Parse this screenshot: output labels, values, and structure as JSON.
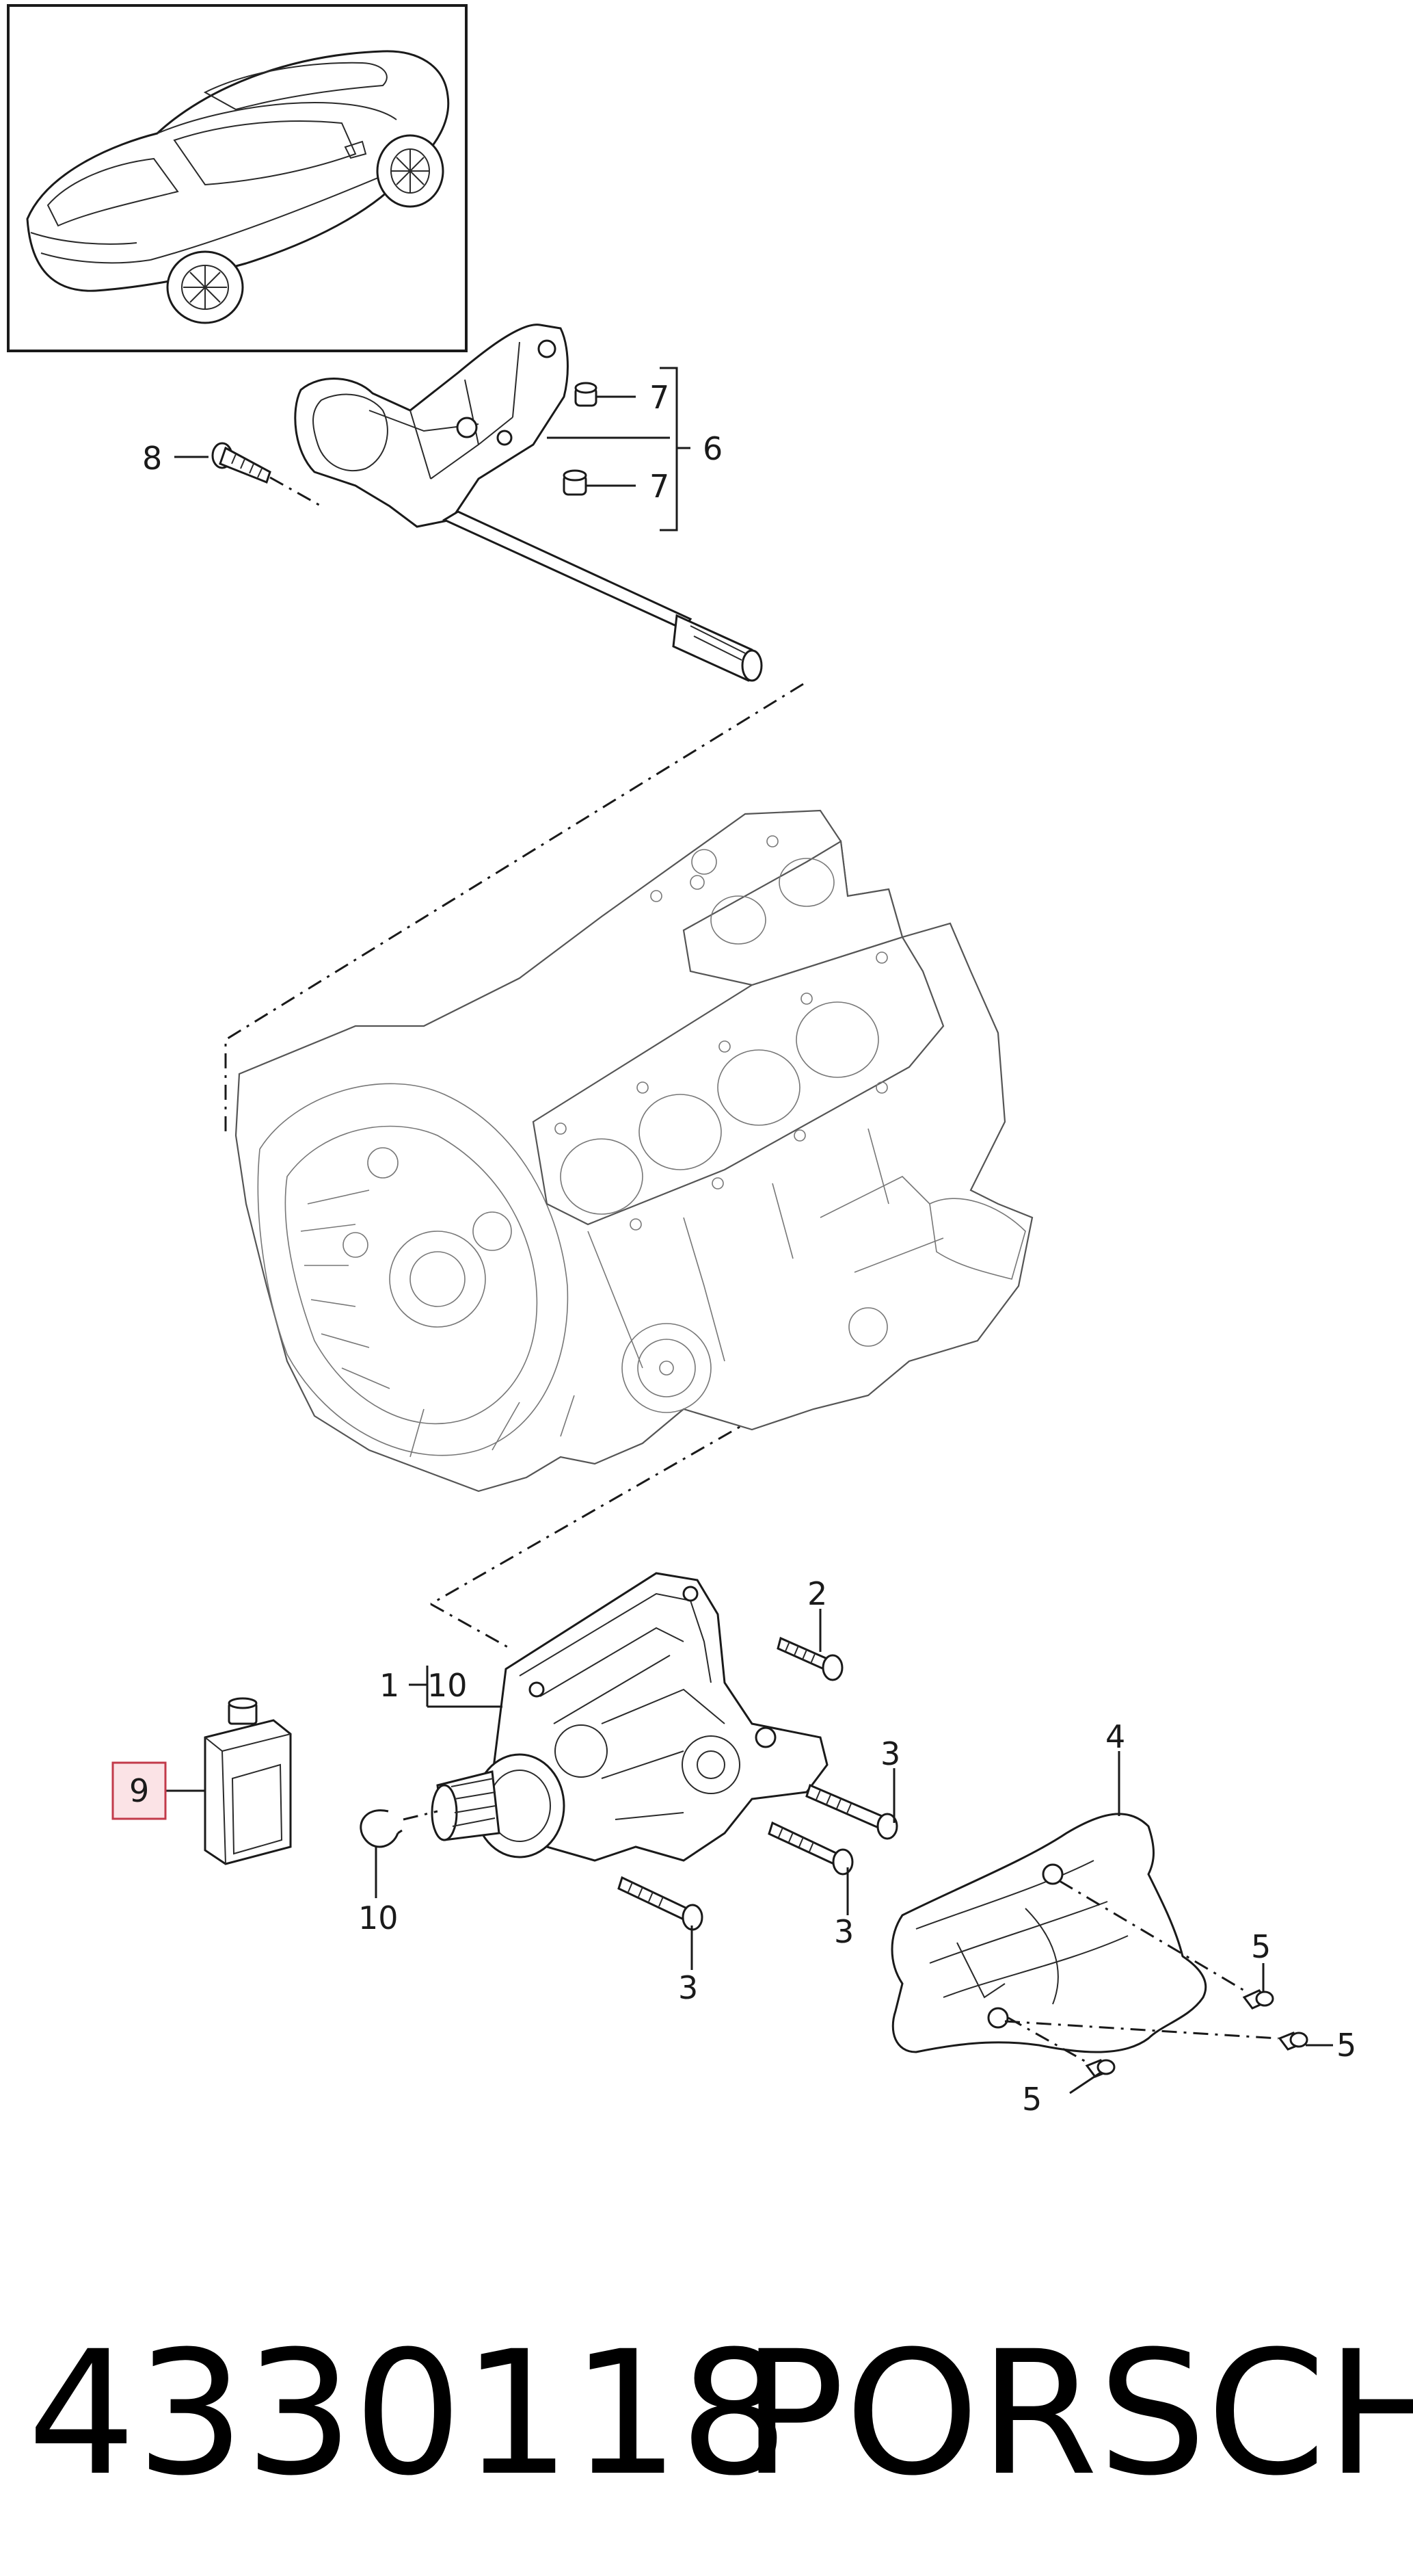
{
  "callouts": {
    "c1": "1",
    "c2": "2",
    "c3a": "3",
    "c3b": "3",
    "c3c": "3",
    "c4": "4",
    "c5a": "5",
    "c5b": "5",
    "c5c": "5",
    "c6": "6",
    "c7a": "7",
    "c7b": "7",
    "c8": "8",
    "c9": "9",
    "c10a": "10",
    "c10b": "10"
  },
  "footer": {
    "part_number": "4330118",
    "brand": "PORSCHE"
  },
  "colors": {
    "line": "#1a1a1a",
    "highlight_fill": "#fbe3e6",
    "highlight_border": "#c23a4a"
  }
}
